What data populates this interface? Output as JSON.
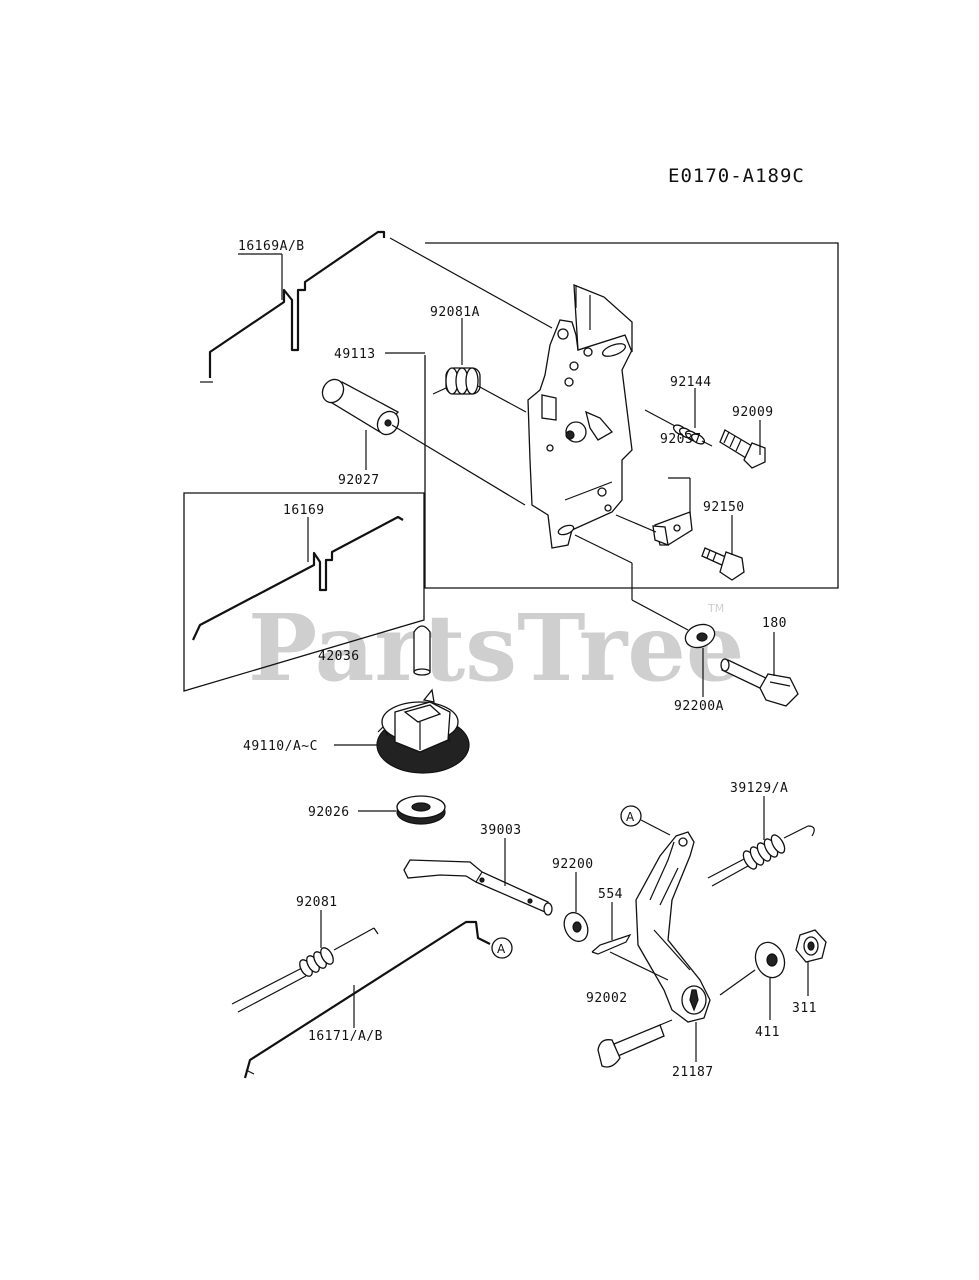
{
  "diagram_code": "E0170-A189C",
  "watermark": "PartsTree",
  "watermark_mark": "TM",
  "callout_marker": "A",
  "labels": {
    "p16169ab": "16169A/B",
    "p92081a": "92081A",
    "p49113": "49113",
    "p92027": "92027",
    "p92144": "92144",
    "p92009": "92009",
    "p92037": "92037",
    "p92150": "92150",
    "p16169": "16169",
    "p42036": "42036",
    "p180": "180",
    "p92200a": "92200A",
    "p49110": "49110/A~C",
    "p92026": "92026",
    "p39129": "39129/A",
    "p39003": "39003",
    "p92200": "92200",
    "p554": "554",
    "p92081": "92081",
    "p92002": "92002",
    "p16171": "16171/A/B",
    "p311": "311",
    "p411": "411",
    "p21187": "21187"
  }
}
